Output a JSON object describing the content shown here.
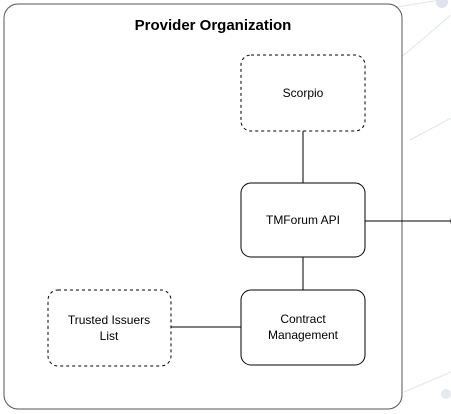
{
  "diagram": {
    "container": {
      "title": "Provider Organization"
    },
    "nodes": {
      "scorpio": {
        "label": "Scorpio"
      },
      "tmforum": {
        "label": "TMForum API"
      },
      "contract": {
        "line1": "Contract",
        "line2": "Management"
      },
      "trusted": {
        "line1": "Trusted Issuers",
        "line2": "List"
      }
    }
  }
}
